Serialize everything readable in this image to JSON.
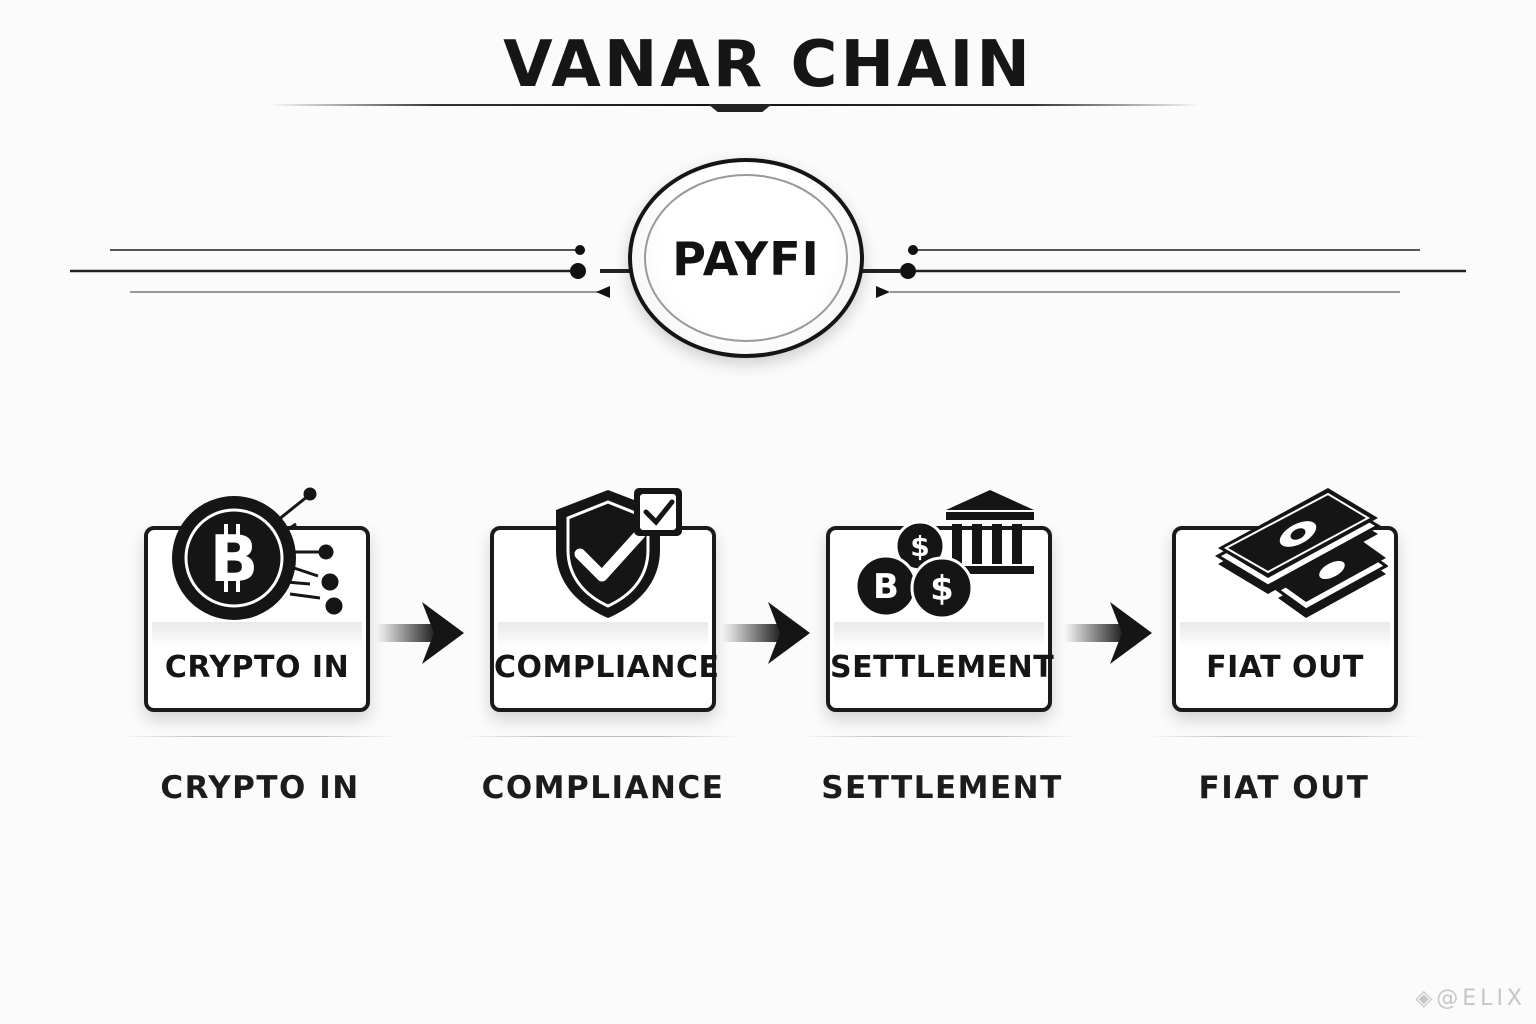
{
  "title": "VANAR CHAIN",
  "hub": {
    "label": "PAYFI"
  },
  "steps": [
    {
      "card_label": "CRYPTO IN",
      "label": "CRYPTO IN",
      "icon": "bitcoin-coin-icon"
    },
    {
      "card_label": "COMPLIANCE",
      "label": "COMPLIANCE",
      "icon": "shield-check-icon"
    },
    {
      "card_label": "SETTLEMENT",
      "label": "SETTLEMENT",
      "icon": "coins-bank-icon"
    },
    {
      "card_label": "FIAT OUT",
      "label": "FIAT OUT",
      "icon": "cash-stack-icon"
    }
  ],
  "watermark": "@ELIX",
  "colors": {
    "ink": "#151515",
    "background": "#fbfbfb"
  }
}
